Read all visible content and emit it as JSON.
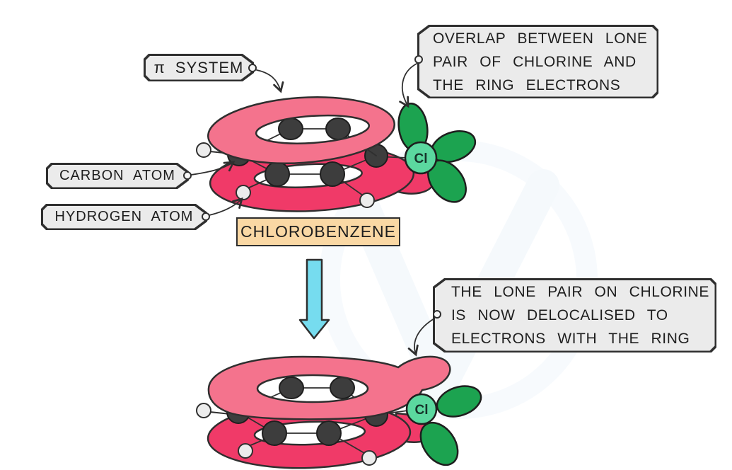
{
  "colors": {
    "outline": "#2F2F2F",
    "pi_lobe_top": "#F4738D",
    "pi_lobe_bottom": "#F03A68",
    "lone_pair_green": "#1CA350",
    "chlorine_fill": "#5BD89F",
    "carbon_fill": "#3D3D3D",
    "hydrogen_fill": "#ECECEC",
    "label_fill": "#EBEBEB",
    "chlorobenzene_fill": "#FAD8A4",
    "arrow_cyan": "#76DCEF",
    "watermark_blue": "#EEF5FB"
  },
  "labels": {
    "pi_system": "π SYSTEM",
    "carbon_atom": "CARBON ATOM",
    "hydrogen_atom": "HYDROGEN ATOM",
    "chlorobenzene": "CHLOROBENZENE",
    "overlap_note": {
      "line1": "OVERLAP BETWEEN LONE",
      "line2": "PAIR OF CHLORINE AND",
      "line3": "THE RING ELECTRONS"
    },
    "delocalised_note": {
      "line1": "THE LONE PAIR ON CHLORINE",
      "line2": "IS NOW DELOCALISED TO",
      "line3": "ELECTRONS WITH THE RING"
    }
  },
  "atoms": {
    "chlorine_symbol": "Cl"
  }
}
